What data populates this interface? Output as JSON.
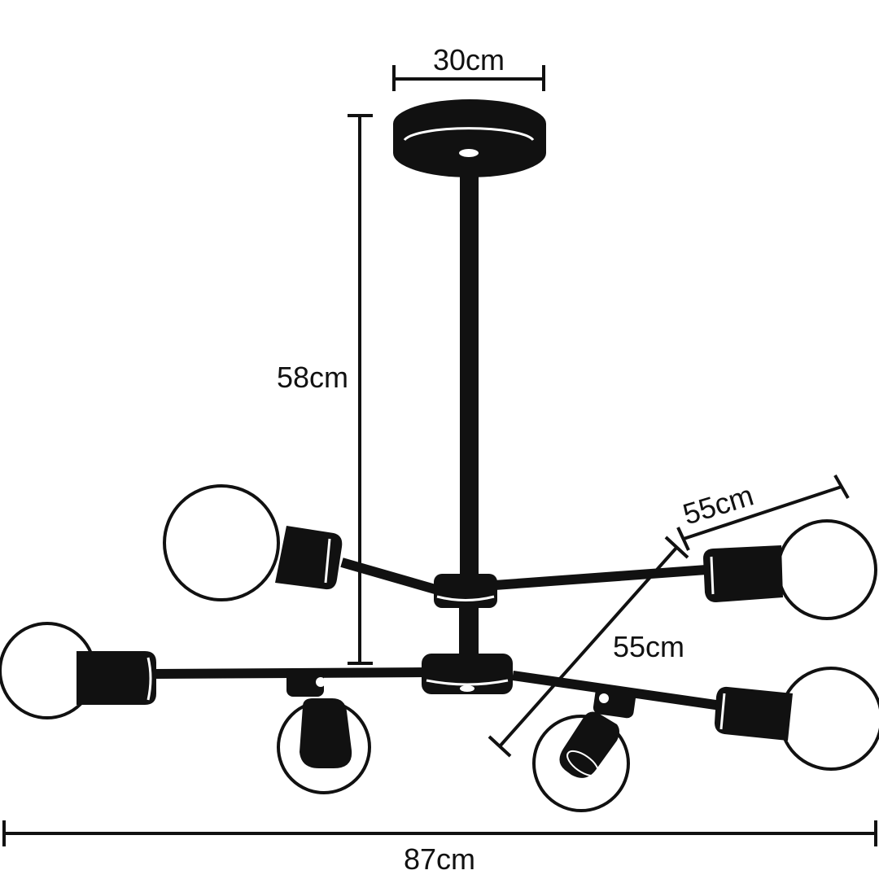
{
  "dimensions": {
    "canopy_width": "30cm",
    "height": "58cm",
    "arm_length_upper": "55cm",
    "arm_length_diagonal": "55cm",
    "total_width": "87cm"
  },
  "colors": {
    "ink": "#111111",
    "background": "#ffffff"
  }
}
